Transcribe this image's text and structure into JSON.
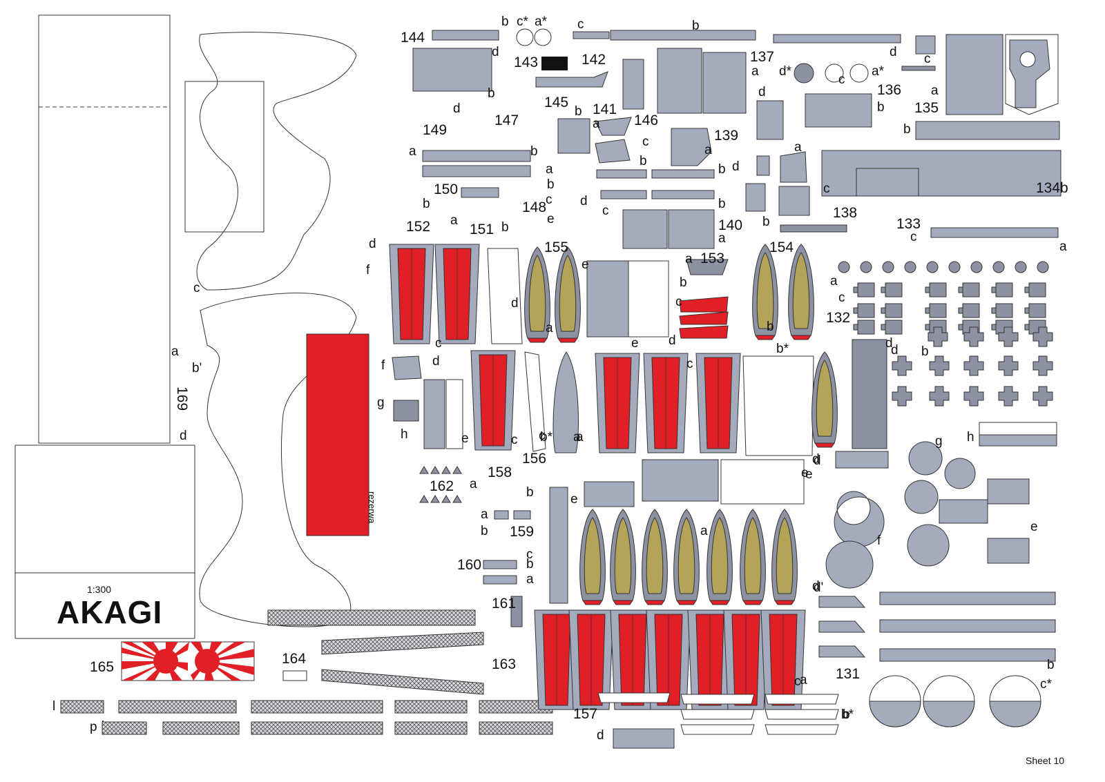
{
  "sheet": {
    "scale": "1:300",
    "title": "AKAGI",
    "reserve_label": "rezerwa",
    "sheet_number": "Sheet 10"
  },
  "colors": {
    "paper": "#ffffff",
    "hull_gray": "#a4abbd",
    "dark_gray": "#8c92a2",
    "red": "#e11f26",
    "wood": "#b3a45a"
  },
  "part_labels": {
    "p144": "144",
    "p143": "143",
    "p142": "142",
    "p145": "145",
    "p147": "147",
    "p149": "149",
    "p141": "141",
    "p146": "146",
    "p137": "137",
    "p139": "139",
    "p136": "136",
    "p135": "135",
    "p150": "150",
    "p148": "148",
    "p152": "152",
    "p151": "151",
    "p140": "140",
    "p138": "138",
    "p134b": "134b",
    "p133": "133",
    "p155": "155",
    "p153": "153",
    "p154": "154",
    "p132": "132",
    "p156": "156",
    "p162": "162",
    "p158": "158",
    "p159": "159",
    "p160": "160",
    "p161": "161",
    "p157": "157",
    "p131": "131",
    "p165": "165",
    "p164": "164",
    "p163": "163",
    "p169": "169"
  },
  "letter_labels": [
    "b",
    "c*",
    "a*",
    "d",
    "c",
    "b",
    "d",
    "a",
    "c",
    "b",
    "d",
    "a",
    "b",
    "a",
    "b",
    "b",
    "d",
    "a",
    "d*",
    "c",
    "a*",
    "b",
    "a",
    "b",
    "b",
    "c",
    "a",
    "b",
    "d",
    "a",
    "c",
    "b",
    "a",
    "b",
    "c",
    "e",
    "d",
    "c",
    "d",
    "a",
    "b",
    "b",
    "e",
    "c",
    "a",
    "b",
    "c",
    "a",
    "a",
    "d",
    "d",
    "f",
    "b",
    "e",
    "c",
    "a",
    "c",
    "c",
    "b*",
    "d",
    "d",
    "e",
    "f",
    "c",
    "a",
    "b",
    "d",
    "g",
    "h",
    "h",
    "e",
    "c",
    "b*",
    "a",
    "g",
    "d",
    "e",
    "b",
    "a",
    "e",
    "a",
    "f",
    "a",
    "e",
    "a",
    "b",
    "b",
    "d",
    "c",
    "b",
    "a",
    "d",
    "d'",
    "b",
    "c*",
    "c",
    "b*",
    "d",
    "b'",
    "a",
    "c",
    "d",
    "l",
    "p"
  ]
}
